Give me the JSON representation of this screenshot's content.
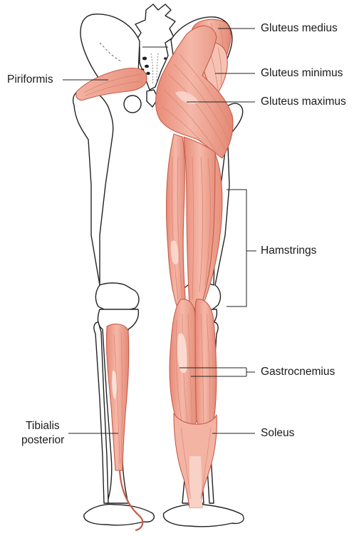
{
  "figure": {
    "labels": {
      "gluteus_medius": "Gluteus medius",
      "gluteus_minimus": "Gluteus minimus",
      "gluteus_maximus": "Gluteus maximus",
      "piriformis": "Piriformis",
      "hamstrings": "Hamstrings",
      "gastrocnemius": "Gastrocnemius",
      "soleus": "Soleus",
      "tibialis_posterior_line1": "Tibialis",
      "tibialis_posterior_line2": "posterior"
    },
    "colors": {
      "muscle_fill": "#ef9e8c",
      "muscle_light": "#f7c9bc",
      "muscle_stroke": "#c9604f",
      "bone_fill": "#ffffff",
      "bone_stroke": "#222222",
      "leader_line": "#222222"
    }
  }
}
